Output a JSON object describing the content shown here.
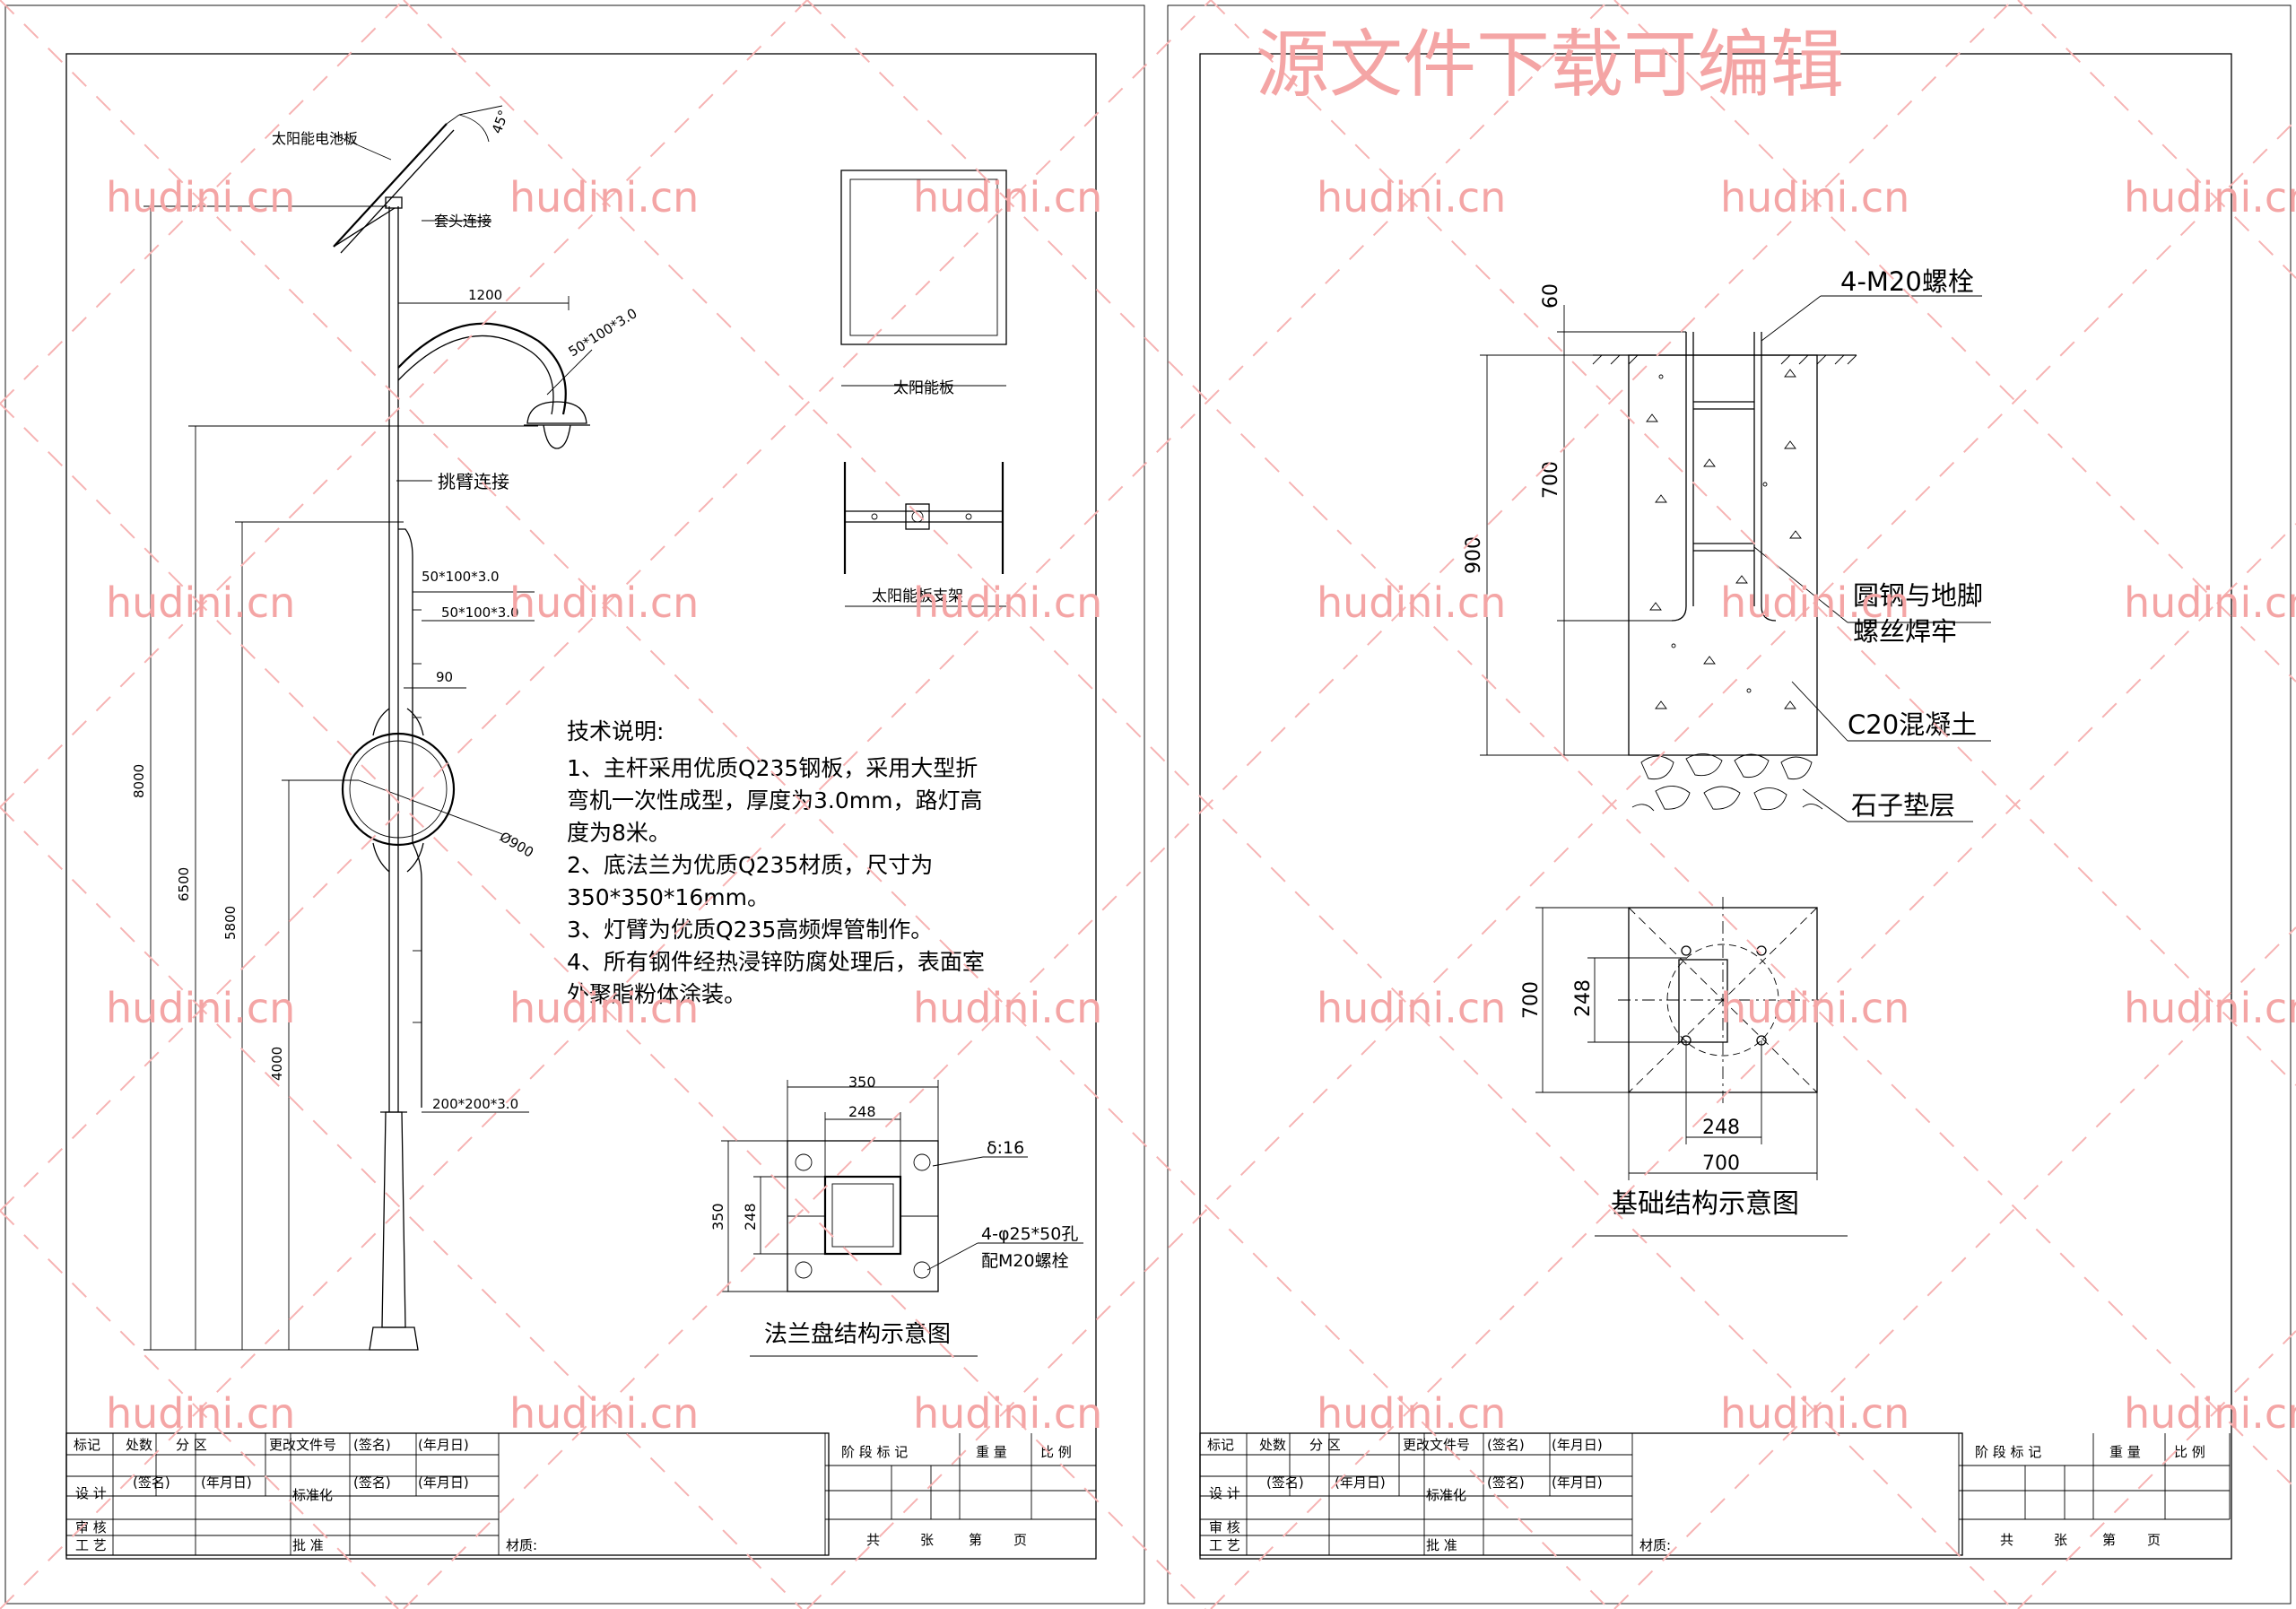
{
  "watermark": {
    "site": "hudini.cn",
    "headline": "源文件下载可编辑",
    "color": "#f4a5a5"
  },
  "left_sheet": {
    "pole_labels": {
      "solar_panel": "太阳能电池板",
      "sleeve_joint": "套头连接",
      "arm_joint": "挑臂连接"
    },
    "dims": {
      "angle": "45°",
      "arm_span": "1200",
      "arm_tube": "50*100*3.0",
      "tube_a": "50*100*3.0",
      "tube_b": "50*100*3.0",
      "gap_90": "90",
      "ring_dia": "Ø900",
      "base_tube": "200*200*3.0",
      "h8000": "8000",
      "h6500": "6500",
      "h5800": "5800",
      "h4000": "4000"
    },
    "side_labels": {
      "panel": "太阳能板",
      "bracket": "太阳能板支架"
    },
    "tech_notes": {
      "title": "技术说明:",
      "lines": [
        "1、主杆采用优质Q235钢板，采用大型折",
        "弯机一次性成型，厚度为3.0mm，路灯高",
        "度为8米。",
        "2、底法兰为优质Q235材质，尺寸为",
        "350*350*16mm。",
        "3、灯臂为优质Q235高频焊管制作。",
        "4、所有钢件经热浸锌防腐处理后，表面室",
        "外聚脂粉体涂装。"
      ]
    },
    "flange": {
      "w350": "350",
      "w248": "248",
      "h350": "350",
      "h248": "248",
      "thickness": "δ:16",
      "holes": "4-φ25*50孔",
      "bolts": "配M20螺栓",
      "caption": "法兰盘结构示意图"
    }
  },
  "right_sheet": {
    "labels": {
      "bolts": "4-M20螺栓",
      "d60": "60",
      "d700": "700",
      "d900": "900",
      "weld_1": "圆钢与地脚",
      "weld_2": "螺丝焊牢",
      "concrete": "C20混凝土",
      "gravel": "石子垫层",
      "plan_700v": "700",
      "plan_248v": "248",
      "plan_248h": "248",
      "plan_700h": "700",
      "caption": "基础结构示意图"
    }
  },
  "title_block": {
    "row1": [
      "标记",
      "处数",
      "分 区",
      "更改文件号",
      "(签名)",
      "(年月日)"
    ],
    "row2": [
      "设 计",
      "(签名)",
      "(年月日)",
      "标准化",
      "(签名)",
      "(年月日)"
    ],
    "row3": [
      "审 核"
    ],
    "row4": [
      "工 艺",
      "批 准"
    ],
    "material": "材质:",
    "stage": "阶 段 标 记",
    "weight": "重 量",
    "scale": "比 例",
    "sheets": [
      "共",
      "张",
      "第",
      "页"
    ]
  }
}
